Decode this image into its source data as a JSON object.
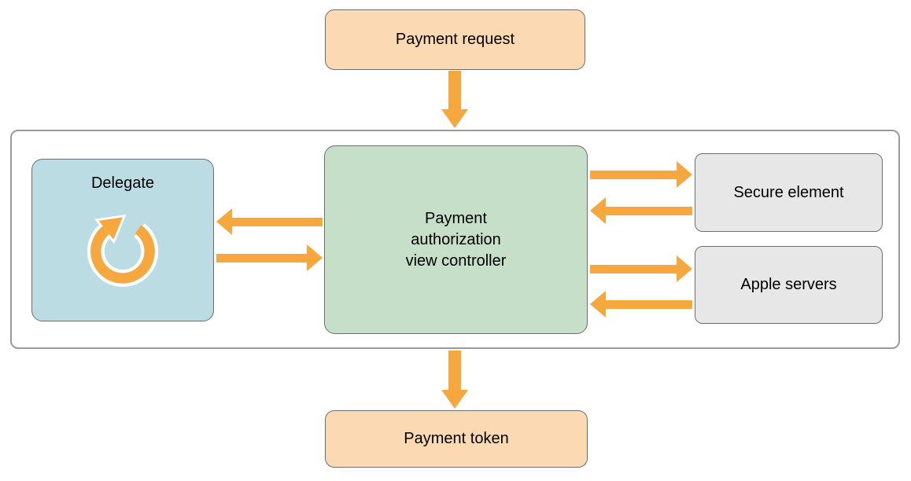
{
  "colors": {
    "arrow-orange": "#F6A73E",
    "box-peach": "#FBD9B2",
    "box-blue": "#BCDCE4",
    "box-green": "#C5DFC8",
    "box-gray": "#E7E7E7",
    "box-border": "#6E6E6E",
    "container-border": "#9A9A9A",
    "text": "#000000"
  },
  "nodes": {
    "payment_request": {
      "label": "Payment request"
    },
    "delegate": {
      "label": "Delegate",
      "icon": "loop-arrow-icon"
    },
    "controller": {
      "label": "Payment authorization view controller"
    },
    "secure_element": {
      "label": "Secure element"
    },
    "apple_servers": {
      "label": "Apple servers"
    },
    "payment_token": {
      "label": "Payment token"
    }
  },
  "flows": [
    "payment-request-to-controller",
    "controller-to-delegate",
    "delegate-to-controller",
    "controller-to-secure-element",
    "secure-element-to-controller",
    "controller-to-apple-servers",
    "apple-servers-to-controller",
    "controller-to-payment-token"
  ]
}
